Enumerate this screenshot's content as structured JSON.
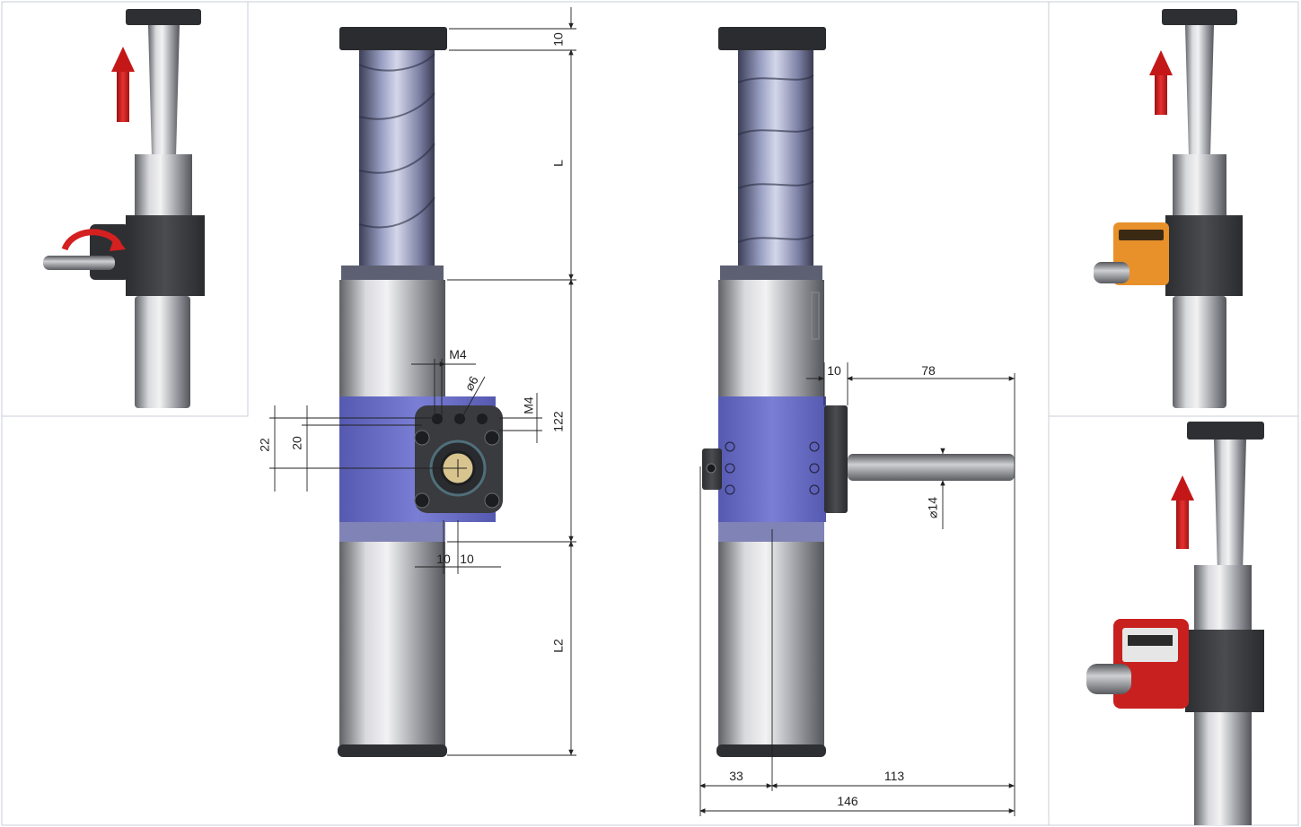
{
  "drawing": {
    "front_view": {
      "dims": {
        "top_plate_thickness": "10",
        "stroke_length": "L",
        "housing_height": "122",
        "lower_tube_length": "L2",
        "outer_offset": "22",
        "inner_offset": "20",
        "thread_top": "M4",
        "thread_side": "M4",
        "pin_diameter": "⌀6",
        "offset_left": "10",
        "offset_right": "10"
      }
    },
    "side_view": {
      "dims": {
        "flange_thickness": "10",
        "shaft_length": "78",
        "shaft_diameter": "⌀14",
        "knob_to_axis": "33",
        "axis_to_shaft_end": "113",
        "overall_width": "146"
      }
    }
  },
  "colors": {
    "frame_border": "#c9cfd8",
    "housing_blue": "#6b6fc4",
    "arrow_red": "#d42020",
    "indicator_orange": "#e8912a",
    "counter_red": "#c8201e"
  },
  "icons": [
    "up-arrow-icon"
  ]
}
